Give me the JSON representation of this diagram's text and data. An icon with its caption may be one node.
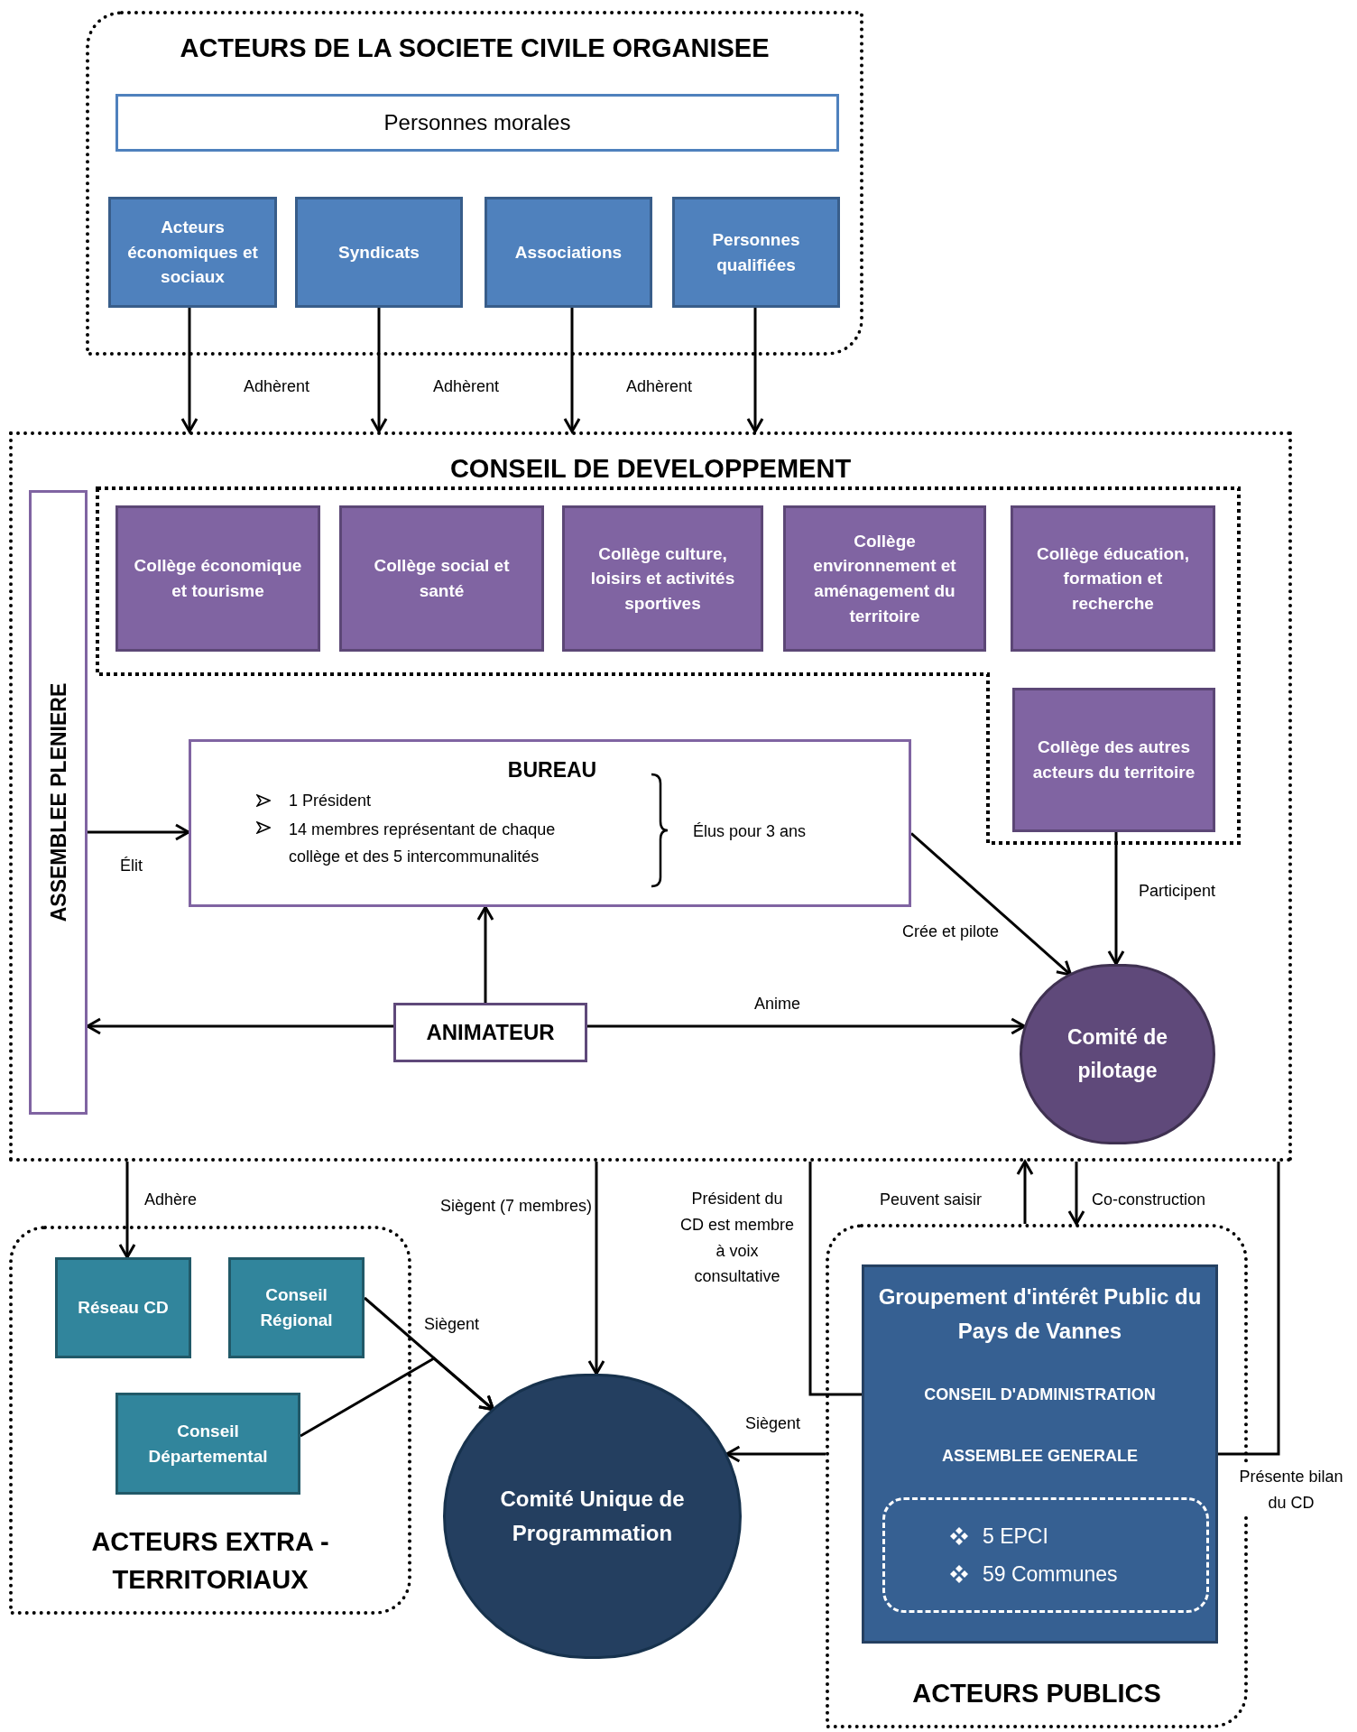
{
  "diagram": {
    "nodes": [
      {
        "text": [
          "ACTEURS DE LA SOCIETE CIVILE ORGANISEE"
        ]
      },
      {
        "text": [
          "Personnes morales"
        ],
        "in": 0
      },
      {
        "text": [
          "Acteurs économiques et sociaux"
        ],
        "in": 0
      },
      {
        "text": [
          "Syndicats"
        ],
        "in": 0
      },
      {
        "text": [
          "Associations"
        ],
        "in": 0
      },
      {
        "text": [
          "Personnes qualifiées"
        ],
        "in": 0
      },
      {
        "text": [
          "CONSEIL DE DEVELOPPEMENT"
        ]
      },
      {
        "text": [
          "ASSEMBLEE PLENIERE"
        ],
        "in": 6
      },
      {
        "text": [
          "Collège économique et tourisme"
        ],
        "in": 6
      },
      {
        "text": [
          "Collège social et santé"
        ],
        "in": 6
      },
      {
        "text": [
          "Collège culture, loisirs et activités sportives"
        ],
        "in": 6
      },
      {
        "text": [
          "Collège environnement et aménagement du territoire"
        ],
        "in": 6
      },
      {
        "text": [
          "Collège éducation, formation et recherche"
        ],
        "in": 6
      },
      {
        "text": [
          "Collège des autres acteurs du territoire"
        ],
        "in": 6
      },
      {
        "text": [
          "BUREAU",
          "1 Président",
          "14 membres représentant de chaque collège et des 5 intercommunalités",
          "Élus pour 3 ans"
        ],
        "in": 6
      },
      {
        "text": [
          "ANIMATEUR"
        ],
        "in": 6
      },
      {
        "text": [
          "Comité de pilotage"
        ],
        "in": 6
      },
      {
        "text": [
          "ACTEURS EXTRA - TERRITORIAUX"
        ]
      },
      {
        "text": [
          "Réseau CD"
        ],
        "in": 17
      },
      {
        "text": [
          "Conseil Régional"
        ],
        "in": 17
      },
      {
        "text": [
          "Conseil Départemental"
        ],
        "in": 17
      },
      {
        "text": [
          "Comité Unique de Programmation"
        ]
      },
      {
        "text": [
          "ACTEURS PUBLICS"
        ]
      },
      {
        "text": [
          "Groupement d'intérêt Public du Pays de Vannes"
        ],
        "in": 22
      },
      {
        "text": [
          "CONSEIL D'ADMINISTRATION"
        ],
        "in": 23
      },
      {
        "text": [
          "ASSEMBLEE GENERALE"
        ],
        "in": 23
      },
      {
        "text": [
          "5 EPCI",
          "59 Communes"
        ],
        "in": 23
      }
    ],
    "edges": [
      {
        "from": 2,
        "to": 6,
        "arrow": "to"
      },
      {
        "from": 3,
        "to": 6,
        "arrow": "to"
      },
      {
        "from": 4,
        "to": 6,
        "arrow": "to"
      },
      {
        "from": 5,
        "to": 6,
        "arrow": "to"
      },
      {
        "from": 7,
        "to": 14,
        "arrow": "to",
        "label": "Élit"
      },
      {
        "from": 15,
        "to": 14,
        "arrow": "to"
      },
      {
        "from": 15,
        "to": 7,
        "arrow": "to"
      },
      {
        "from": 15,
        "to": 16,
        "arrow": "to",
        "label": "Anime"
      },
      {
        "from": 14,
        "to": 16,
        "arrow": "to",
        "label": "Crée et pilote"
      },
      {
        "from": 13,
        "to": 16,
        "arrow": "to",
        "label": "Participent"
      },
      {
        "from": 6,
        "to": 18,
        "arrow": "to",
        "label": "Adhère"
      },
      {
        "from": 19,
        "to": 21,
        "arrow": "to",
        "label": "Siègent"
      },
      {
        "from": 20,
        "to": 21,
        "arrow": "to"
      },
      {
        "from": 6,
        "to": 21,
        "arrow": "to",
        "label": "Siègent (7 membres)"
      },
      {
        "from": 6,
        "to": 24,
        "arrow": "to",
        "label": "Président du CD est membre à voix consultative"
      },
      {
        "from": 22,
        "to": 21,
        "arrow": "to",
        "label": "Siègent"
      },
      {
        "from": 22,
        "to": 6,
        "arrow": "to",
        "label": "Peuvent saisir"
      },
      {
        "from": 6,
        "to": 22,
        "arrow": "to",
        "label": "Co-construction"
      },
      {
        "from": 6,
        "to": 25,
        "arrow": "to",
        "label": "Présente bilan du CD"
      }
    ],
    "labels": [
      "Adhèrent",
      "Adhèrent",
      "Adhèrent"
    ]
  }
}
